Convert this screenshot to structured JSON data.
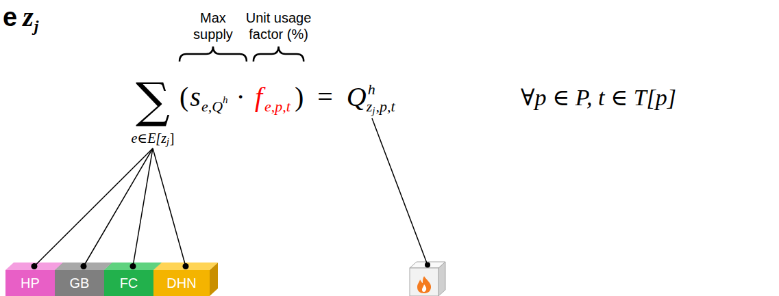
{
  "diagram": {
    "nodes": [
      {
        "text": [
          "HP"
        ]
      },
      {
        "text": [
          "GB"
        ]
      },
      {
        "text": [
          "FC"
        ]
      },
      {
        "text": [
          "DHN"
        ]
      }
    ],
    "labels": [
      "e",
      "z",
      "j",
      "Max supply",
      "Unit usage factor (%)",
      "∑",
      "e∈E[z",
      "j",
      "]",
      "(",
      "s",
      "e,Q",
      "h",
      "·",
      "f",
      "e,p,t",
      ")",
      "=",
      "Q",
      "h",
      "z",
      "j",
      ",p,t",
      "∀p ∈ P, t ∈ T[p]"
    ]
  }
}
